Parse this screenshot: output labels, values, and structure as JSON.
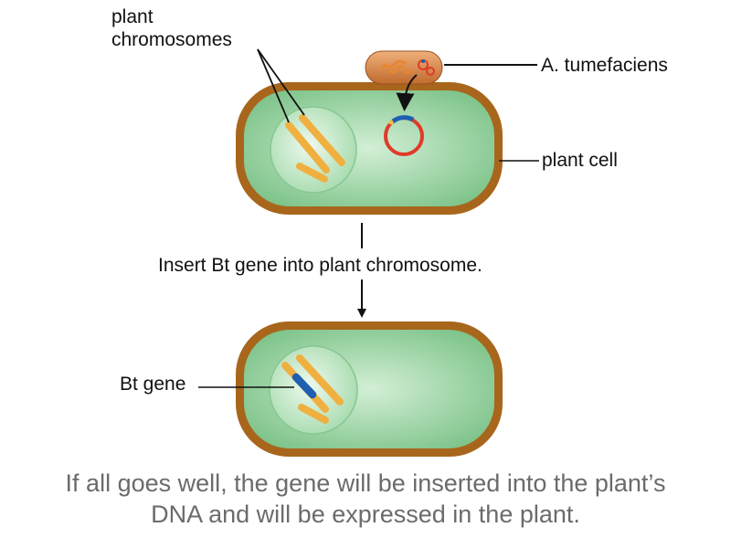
{
  "labels": {
    "plant_chromosomes_line1": "plant",
    "plant_chromosomes_line2": "chromosomes",
    "a_tumefaciens": "A. tumefaciens",
    "plant_cell": "plant cell",
    "insert_step": "Insert Bt gene into plant chromosome.",
    "bt_gene": "Bt gene"
  },
  "caption": {
    "line1": "If all goes well, the gene will be inserted into the plant’s",
    "line2": "DNA and will be expressed in the plant."
  },
  "colors": {
    "cell_wall": "#a8661c",
    "cytoplasm": "#9dd4a4",
    "nucleus": "#c2e8c6",
    "chromosome": "#f0b040",
    "bacterium": "#d98a4a",
    "plasmid": "#e03a2a",
    "bt_gene": "#1e5fb0"
  }
}
